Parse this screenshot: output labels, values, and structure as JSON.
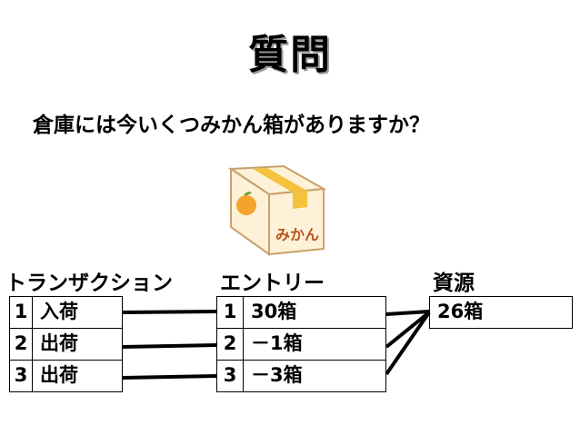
{
  "title": "質問",
  "question": "倉庫には今いくつみかん箱がありますか？",
  "box_label": "みかん",
  "colors": {
    "box_fill": "#fdf1d8",
    "box_stroke": "#c9a06a",
    "tape": "#f5c23e",
    "orange": "#f4a42a",
    "label_text": "#b9531c"
  },
  "transactions": {
    "header": "トランザクション",
    "rows": [
      {
        "num": "1",
        "label": "入荷"
      },
      {
        "num": "2",
        "label": "出荷"
      },
      {
        "num": "3",
        "label": "出荷"
      }
    ]
  },
  "entries": {
    "header": "エントリー",
    "rows": [
      {
        "num": "1",
        "value": "30箱"
      },
      {
        "num": "2",
        "value": "－1箱"
      },
      {
        "num": "3",
        "value": "－3箱"
      }
    ]
  },
  "resource": {
    "header": "資源",
    "value": "26箱"
  }
}
